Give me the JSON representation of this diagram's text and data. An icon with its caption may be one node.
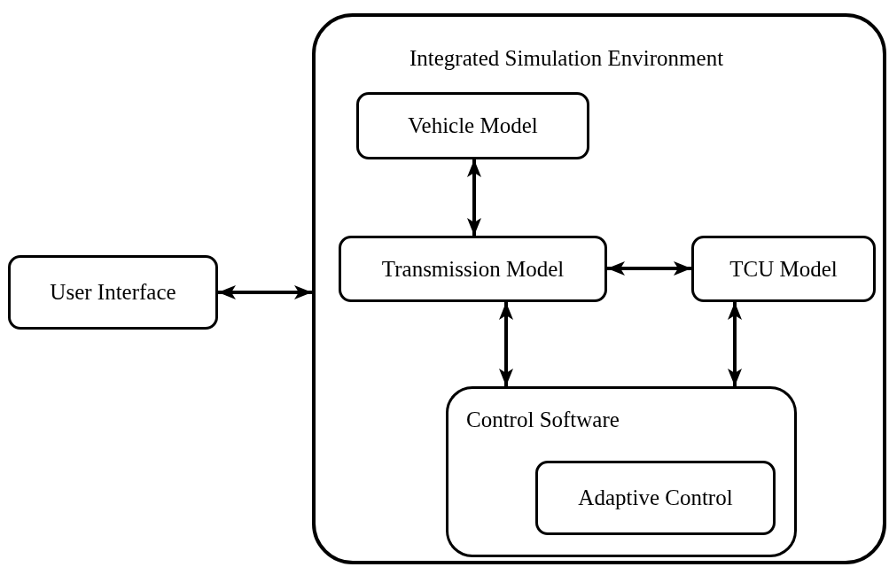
{
  "diagram": {
    "nodes": [
      {
        "text": [
          "Integrated Simulation Environment"
        ]
      },
      {
        "text": [
          "Vehicle Model"
        ],
        "in": 0
      },
      {
        "text": [
          "Transmission Model"
        ],
        "in": 0
      },
      {
        "text": [
          "TCU Model"
        ],
        "in": 0
      },
      {
        "text": [
          "Control Software"
        ],
        "in": 0
      },
      {
        "text": [
          "Adaptive Control"
        ],
        "in": 4
      },
      {
        "text": [
          "User Interface"
        ]
      }
    ],
    "edges": [
      {
        "from": 6,
        "to": 0,
        "arrow": "both"
      },
      {
        "from": 1,
        "to": 2,
        "arrow": "both"
      },
      {
        "from": 2,
        "to": 3,
        "arrow": "both"
      },
      {
        "from": 2,
        "to": 4,
        "arrow": "both"
      },
      {
        "from": 3,
        "to": 4,
        "arrow": "both"
      }
    ]
  }
}
